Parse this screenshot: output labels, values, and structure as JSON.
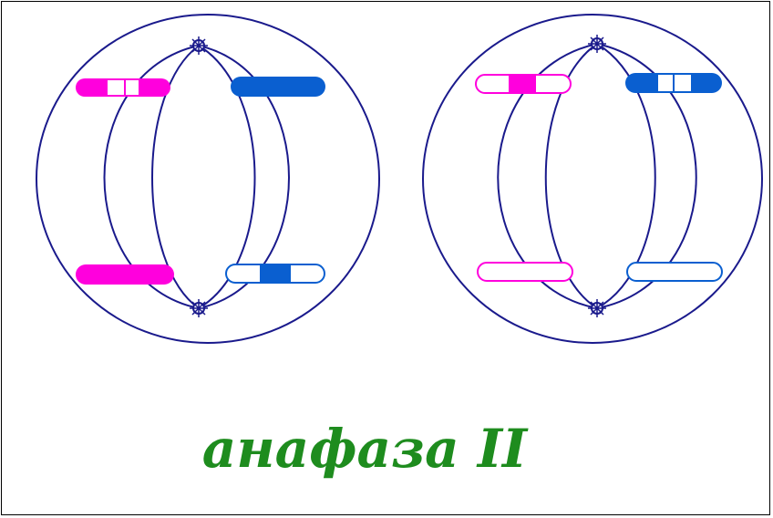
{
  "caption": "анафаза II",
  "colors": {
    "spindle": "#1a1a8c",
    "maternal": "#ff00dd",
    "paternal": "#0a5fd0",
    "caption": "#1e8c1e",
    "border": "#000000"
  },
  "cells": [
    {
      "name": "cell-left",
      "chromosomes": [
        {
          "name": "chromosome-magenta-top",
          "color": "maternal",
          "style": "segmented-solid"
        },
        {
          "name": "chromosome-blue-top",
          "color": "paternal",
          "style": "solid"
        },
        {
          "name": "chromosome-magenta-bottom",
          "color": "maternal",
          "style": "solid"
        },
        {
          "name": "chromosome-blue-bottom",
          "color": "paternal",
          "style": "outline-with-band"
        }
      ]
    },
    {
      "name": "cell-right",
      "chromosomes": [
        {
          "name": "chromosome-magenta-top",
          "color": "maternal",
          "style": "outline-with-band"
        },
        {
          "name": "chromosome-blue-top",
          "color": "paternal",
          "style": "segmented-solid"
        },
        {
          "name": "chromosome-magenta-bottom",
          "color": "maternal",
          "style": "outline"
        },
        {
          "name": "chromosome-blue-bottom",
          "color": "paternal",
          "style": "outline"
        }
      ]
    }
  ]
}
